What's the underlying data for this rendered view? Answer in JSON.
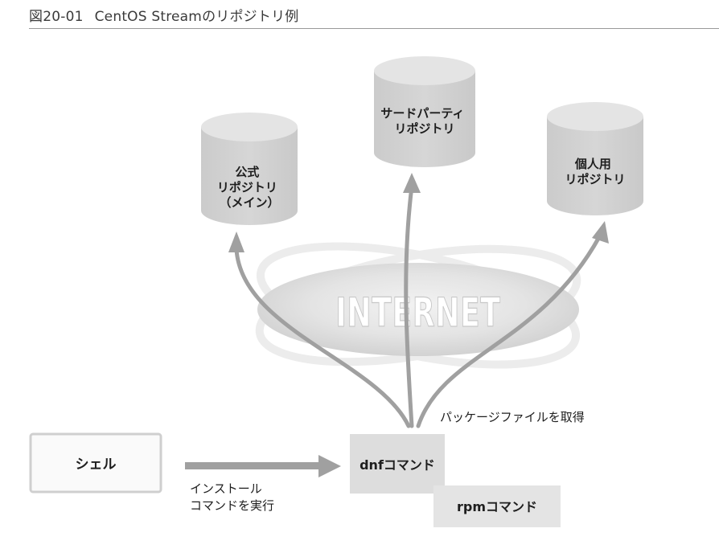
{
  "figure": {
    "number": "図20-01",
    "title": "CentOS Streamのリポジトリ例"
  },
  "repositories": {
    "official": [
      "公式",
      "リポジトリ",
      "（メイン）"
    ],
    "third_party": [
      "サードパーティ",
      "リポジトリ"
    ],
    "personal": [
      "個人用",
      "リポジトリ"
    ]
  },
  "internet_label": "INTERNET",
  "fetch_label": "パッケージファイルを取得",
  "shell_label": "シェル",
  "dnf_label": "dnfコマンド",
  "rpm_label": "rpmコマンド",
  "install_label": [
    "インストール",
    "コマンドを実行"
  ],
  "colors": {
    "cylinder_side": "#d3d3d3",
    "cylinder_top": "#e2e2e2",
    "arrow": "#a0a0a0",
    "box": "#dddddd",
    "shell_border": "#cfcfcf",
    "text": "#1e1e1e"
  }
}
